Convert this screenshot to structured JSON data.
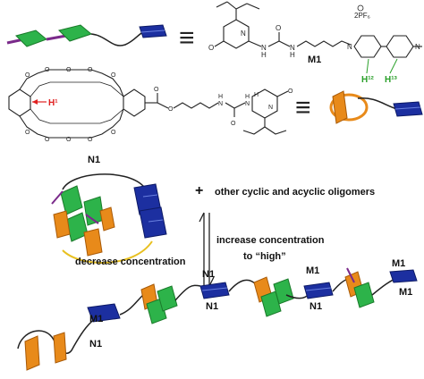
{
  "labels": {
    "m1": "M1",
    "n1": "N1",
    "h1": "H¹",
    "h12": "H¹²",
    "h13": "H¹³",
    "counterion": "2PF₆",
    "nh": "H",
    "n_atom": "N",
    "o_atom": "O",
    "hn": "N",
    "equiv": "≡",
    "plus": "+",
    "other_oligomers": "other cyclic and acyclic oligomers",
    "increase_line1": "increase concentration",
    "increase_line2": "to “high”",
    "decrease": "decrease concentration"
  },
  "chain_labels": [
    {
      "text": "M1"
    },
    {
      "text": "N1"
    },
    {
      "text": "N1"
    },
    {
      "text": "N1"
    },
    {
      "text": "M1"
    },
    {
      "text": "N1"
    },
    {
      "text": "M1"
    },
    {
      "text": "M1"
    }
  ],
  "colors": {
    "green": "#2db34a",
    "blue": "#1c2fa0",
    "orange": "#e88a1a",
    "purple": "#7a2a8a",
    "red_h": "#e02020",
    "green_h": "#2aa02a",
    "bond": "#222222"
  }
}
